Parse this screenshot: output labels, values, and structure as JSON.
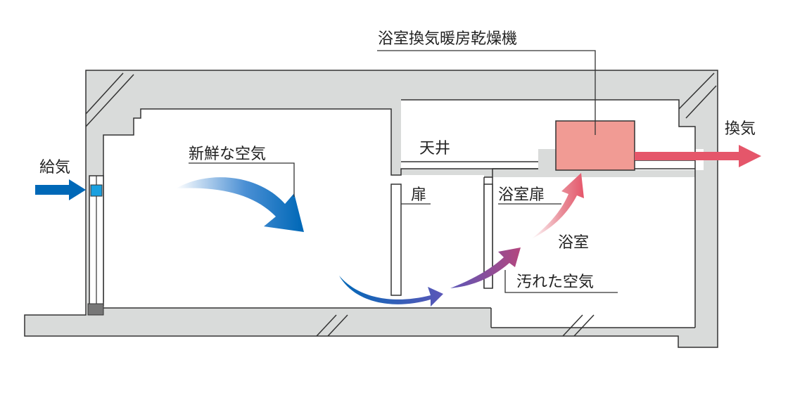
{
  "labels": {
    "unit": "浴室換気暖房乾燥機",
    "supply": "給気",
    "exhaust": "換気",
    "fresh_air": "新鮮な空気",
    "ceiling": "天井",
    "door": "扉",
    "bath_door": "浴室扉",
    "bathroom": "浴室",
    "dirty_air": "汚れた空気"
  },
  "colors": {
    "wall": "#d9dbda",
    "outline": "#333333",
    "fresh_air": "#0068b7",
    "dirty_air": "#e5566a",
    "unit": "#f19b94",
    "vent": "#1aa0e0"
  }
}
